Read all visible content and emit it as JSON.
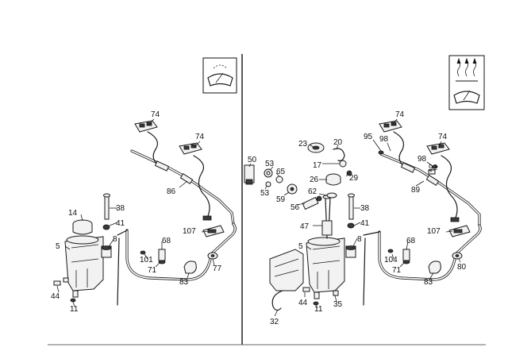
{
  "left": {
    "panel_icon": "windshield-wiper-icon",
    "labels": [
      {
        "key": "p74a",
        "text": "74"
      },
      {
        "key": "p74b",
        "text": "74"
      },
      {
        "key": "p86",
        "text": "86"
      },
      {
        "key": "p14",
        "text": "14"
      },
      {
        "key": "p38",
        "text": "38"
      },
      {
        "key": "p41",
        "text": "41"
      },
      {
        "key": "p5",
        "text": "5"
      },
      {
        "key": "p8",
        "text": "8"
      },
      {
        "key": "p68",
        "text": "68"
      },
      {
        "key": "p101",
        "text": "101"
      },
      {
        "key": "p71",
        "text": "71"
      },
      {
        "key": "p107",
        "text": "107"
      },
      {
        "key": "p77",
        "text": "77"
      },
      {
        "key": "p83",
        "text": "83"
      },
      {
        "key": "p44",
        "text": "44"
      },
      {
        "key": "p11",
        "text": "11"
      }
    ]
  },
  "right": {
    "panel_icon": "heated-windshield-washer-icon",
    "labels": [
      {
        "key": "p74a",
        "text": "74"
      },
      {
        "key": "p74b",
        "text": "74"
      },
      {
        "key": "p95",
        "text": "95"
      },
      {
        "key": "p98a",
        "text": "98"
      },
      {
        "key": "p98b",
        "text": "98"
      },
      {
        "key": "p92",
        "text": "92"
      },
      {
        "key": "p89",
        "text": "89"
      },
      {
        "key": "p23",
        "text": "23"
      },
      {
        "key": "p20",
        "text": "20"
      },
      {
        "key": "p17",
        "text": "17"
      },
      {
        "key": "p50",
        "text": "50"
      },
      {
        "key": "p53a",
        "text": "53"
      },
      {
        "key": "p65",
        "text": "65"
      },
      {
        "key": "p53b",
        "text": "53"
      },
      {
        "key": "p26",
        "text": "26"
      },
      {
        "key": "p29",
        "text": "29"
      },
      {
        "key": "p59",
        "text": "59"
      },
      {
        "key": "p56",
        "text": "56"
      },
      {
        "key": "p62",
        "text": "62"
      },
      {
        "key": "p38",
        "text": "38"
      },
      {
        "key": "p41",
        "text": "41"
      },
      {
        "key": "p47",
        "text": "47"
      },
      {
        "key": "p5",
        "text": "5"
      },
      {
        "key": "p8",
        "text": "8"
      },
      {
        "key": "p68",
        "text": "68"
      },
      {
        "key": "p104",
        "text": "104"
      },
      {
        "key": "p71",
        "text": "71"
      },
      {
        "key": "p107",
        "text": "107"
      },
      {
        "key": "p80",
        "text": "80"
      },
      {
        "key": "p83",
        "text": "83"
      },
      {
        "key": "p44",
        "text": "44"
      },
      {
        "key": "p11",
        "text": "11"
      },
      {
        "key": "p35",
        "text": "35"
      },
      {
        "key": "p32",
        "text": "32"
      }
    ]
  }
}
